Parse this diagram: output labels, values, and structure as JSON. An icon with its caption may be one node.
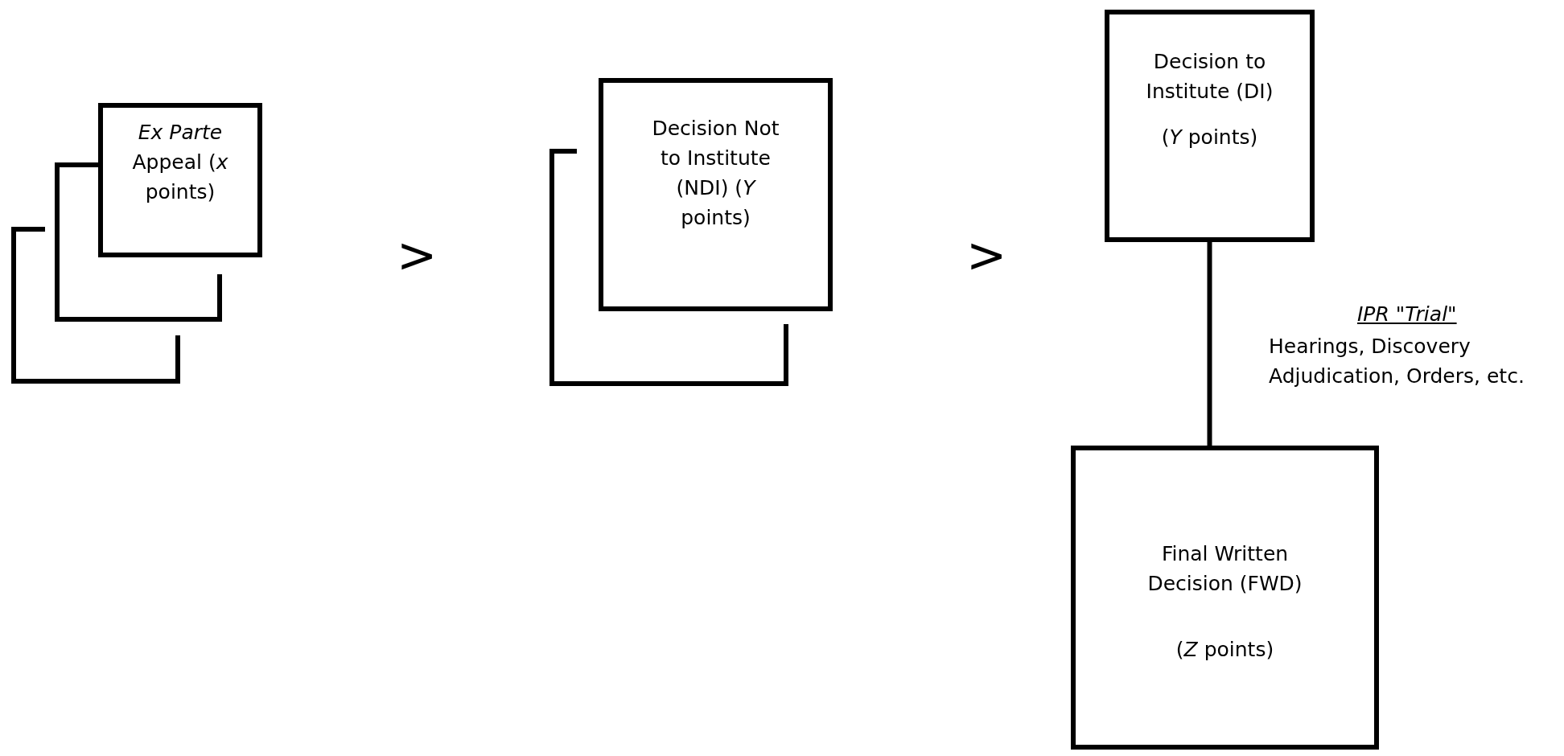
{
  "diagram": {
    "nodes": [
      {
        "text": [
          "*Ex Parte* Appeal (*x* points)"
        ]
      },
      {
        "text": [
          "Decision Not to Institute (NDI) (*Y* points)"
        ]
      },
      {
        "text": [
          "Decision to Institute (DI)",
          "(*Y* points)"
        ]
      },
      {
        "text": [
          "Final Written Decision (FWD)",
          "(*Z* points)"
        ]
      }
    ],
    "edges": [
      {
        "from": 2,
        "to": 3,
        "arrow": "none"
      }
    ],
    "labels": [
      ">",
      ">",
      "IPR \"Trial\"",
      "Hearings, Discovery Adjudication, Orders, etc."
    ]
  }
}
